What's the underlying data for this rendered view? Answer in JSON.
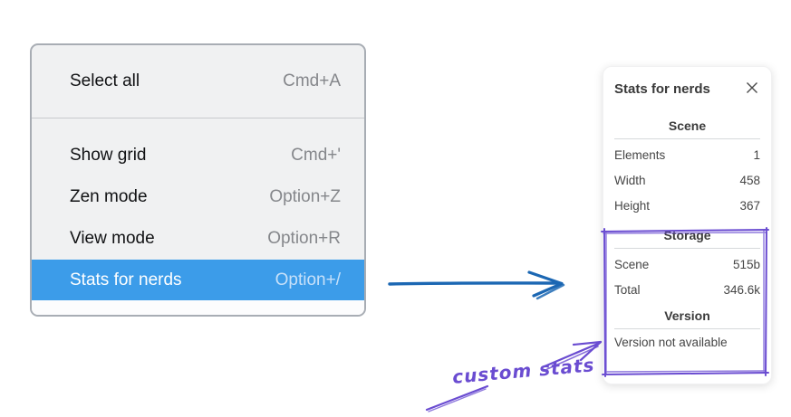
{
  "context_menu": {
    "items": [
      {
        "label": "Select all",
        "shortcut": "Cmd+A",
        "highlighted": false
      },
      {
        "label": "Show grid",
        "shortcut": "Cmd+'",
        "highlighted": false
      },
      {
        "label": "Zen mode",
        "shortcut": "Option+Z",
        "highlighted": false
      },
      {
        "label": "View mode",
        "shortcut": "Option+R",
        "highlighted": false
      },
      {
        "label": "Stats for nerds",
        "shortcut": "Option+/",
        "highlighted": true
      }
    ]
  },
  "stats_panel": {
    "title": "Stats for nerds",
    "sections": [
      {
        "heading": "Scene",
        "rows": [
          [
            "Elements",
            "1"
          ],
          [
            "Width",
            "458"
          ],
          [
            "Height",
            "367"
          ]
        ]
      },
      {
        "heading": "Storage",
        "rows": [
          [
            "Scene",
            "515b"
          ],
          [
            "Total",
            "346.6k"
          ]
        ]
      },
      {
        "heading": "Version",
        "note": "Version not available"
      }
    ]
  },
  "annotations": {
    "custom_stats_label": "custom stats",
    "flow_arrow_color": "#1b67b3",
    "annotation_color": "#6a4cd1",
    "menu_highlight_color": "#3c9ce9"
  }
}
